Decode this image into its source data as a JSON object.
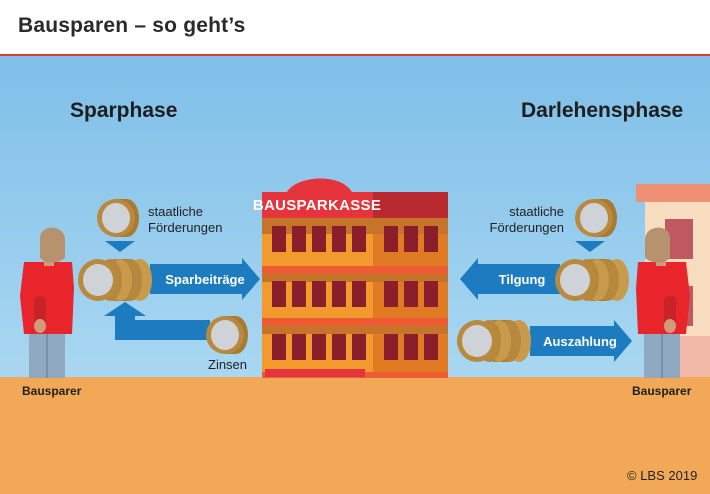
{
  "title": "Bausparen – so geht’s",
  "phases": {
    "left": "Sparphase",
    "right": "Darlehensphase"
  },
  "bank": {
    "name": "BAUSPARKASSE"
  },
  "labels": {
    "foerderung_left": [
      "staatliche",
      "Förderungen"
    ],
    "foerderung_right": [
      "staatliche",
      "Förderungen"
    ],
    "sparbeitraege": "Sparbeiträge",
    "zinsen": "Zinsen",
    "tilgung": "Tilgung",
    "auszahlung": "Auszahlung"
  },
  "persons": {
    "left": "Bausparer",
    "right": "Bausparer"
  },
  "copyright": "© LBS 2019",
  "colors": {
    "sky": "#8ec9ec",
    "ground": "#f2a957",
    "arrow": "#1d7bbf",
    "accent_red": "#e6343c",
    "building_orange": "#f39a2e",
    "coin": "#b98a3e"
  }
}
